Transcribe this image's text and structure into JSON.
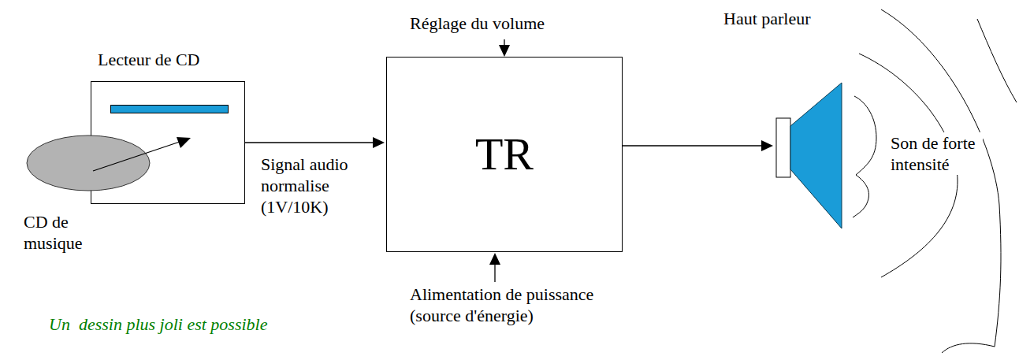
{
  "diagram": {
    "nodes": [
      {
        "text": [
          "Lecteur de CD"
        ]
      },
      {
        "text": [
          "TR"
        ]
      },
      {
        "text": [
          "Haut parleur"
        ]
      }
    ],
    "edges": [
      {
        "from": 0,
        "to": 1,
        "arrow": "to",
        "label": "Signal audio normalise (1V/10K)"
      },
      {
        "from": 1,
        "to": 2,
        "arrow": "to"
      }
    ],
    "labels": [
      "CD de musique",
      "Réglage du volume",
      "Alimentation de puissance (source d'énergie)",
      "Son de forte intensité",
      "Un  dessin plus joli est possible"
    ]
  }
}
